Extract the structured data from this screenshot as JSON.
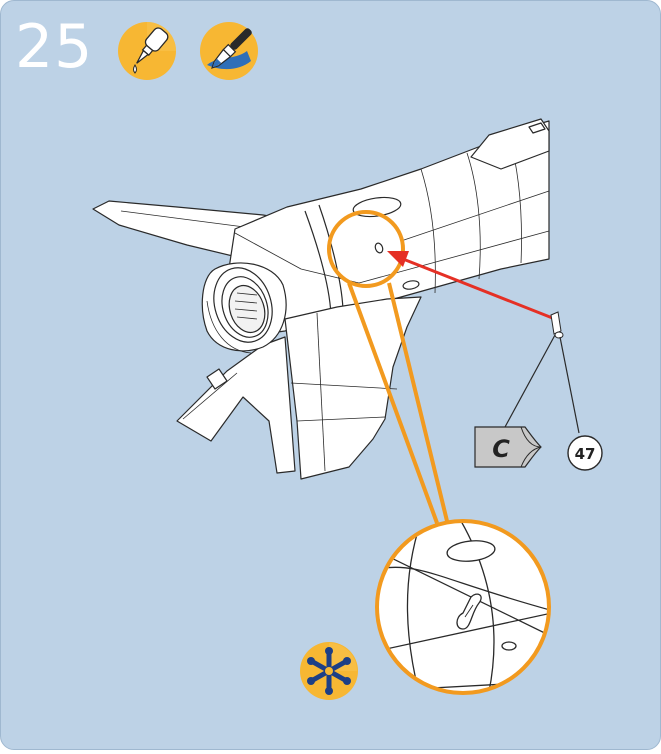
{
  "step": {
    "number": "25",
    "tools": [
      {
        "name": "glue-bottle-icon"
      },
      {
        "name": "paintbrush-icon"
      }
    ]
  },
  "callouts": {
    "part_letter": "C",
    "part_number": "47"
  },
  "icons": {
    "detail": "asterisk-icon"
  },
  "colors": {
    "background": "#bdd2e6",
    "highlight": "#f29a1f",
    "badge": "#f7b733",
    "arrow": "#e53025",
    "line": "#2a2a2a"
  }
}
